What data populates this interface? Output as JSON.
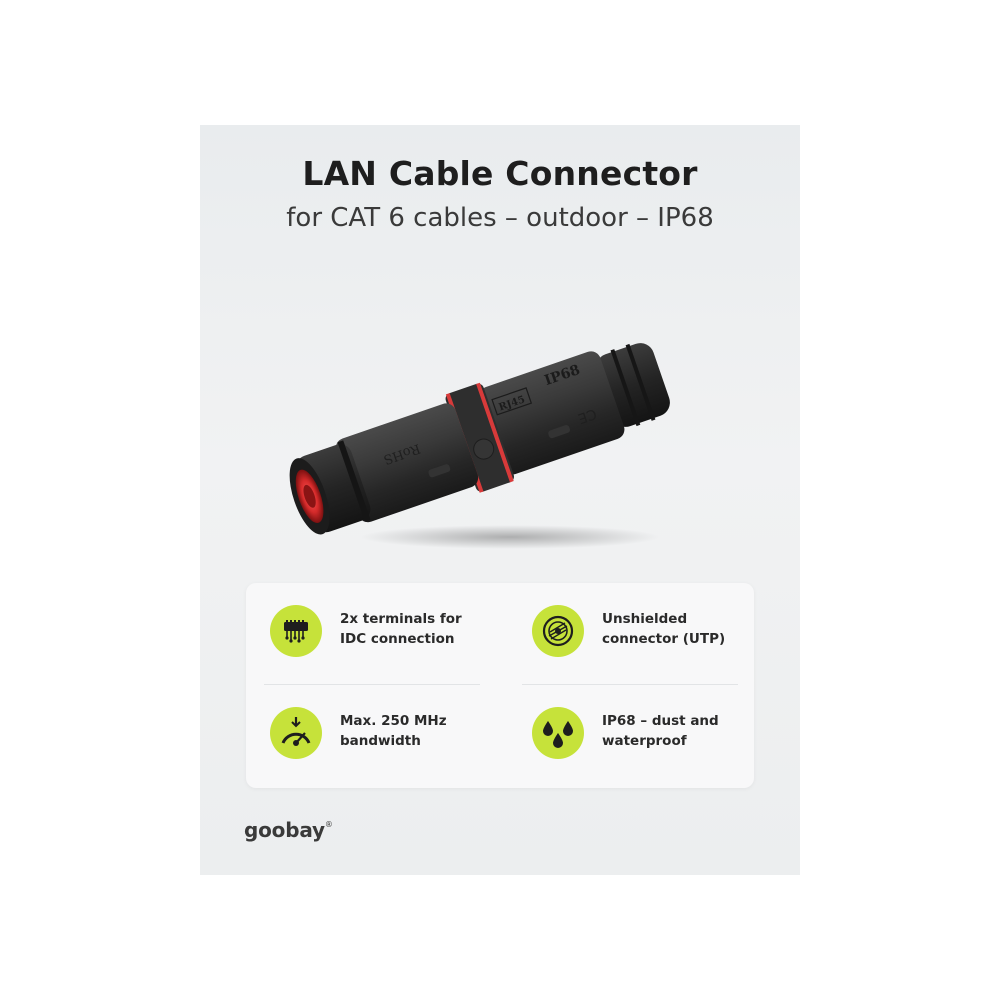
{
  "header": {
    "title": "LAN Cable Connector",
    "subtitle": "for CAT 6 cables – outdoor – IP68"
  },
  "product": {
    "markings": {
      "ip_rating": "IP68",
      "rj45": "RJ45",
      "rohs": "RoHS",
      "ce": "CE"
    }
  },
  "features": [
    {
      "icon": "idc-terminal-icon",
      "line1": "2x terminals for",
      "line2": "IDC connection"
    },
    {
      "icon": "unshielded-cable-icon",
      "line1": "Unshielded",
      "line2": "connector (UTP)"
    },
    {
      "icon": "speedometer-icon",
      "line1": "Max. 250 MHz",
      "line2": "bandwidth"
    },
    {
      "icon": "water-drops-icon",
      "line1": "IP68 – dust and",
      "line2": "waterproof"
    }
  ],
  "brand": {
    "name": "goobay",
    "trademark": "®"
  },
  "colors": {
    "accent": "#c6e23a",
    "connector_body": "#2b2b2b",
    "connector_ring": "#d83a3a",
    "text_dark": "#1e1e1e"
  }
}
